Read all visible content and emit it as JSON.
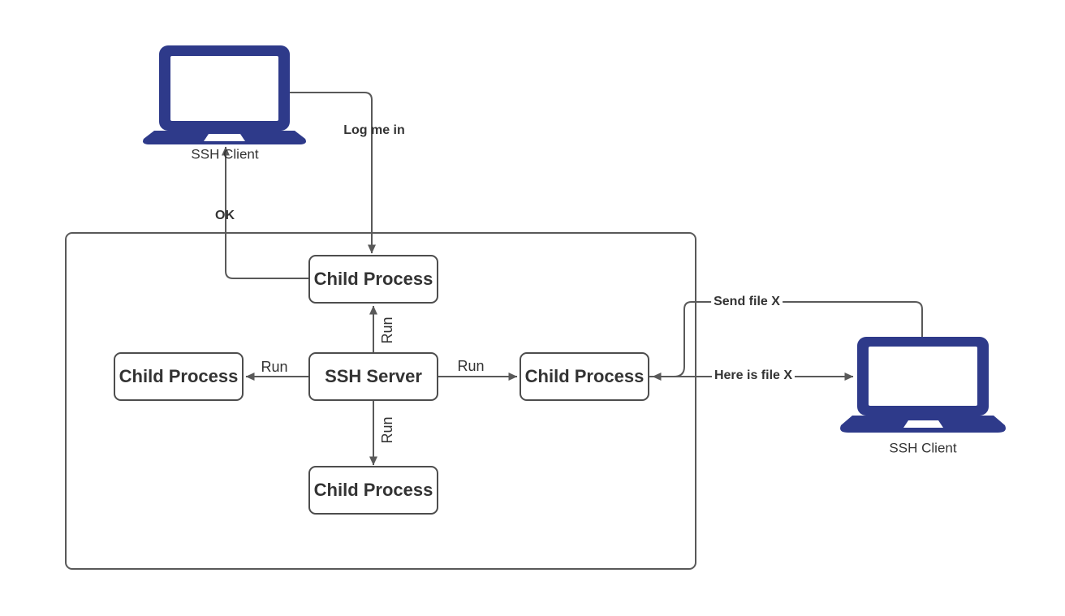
{
  "diagram": {
    "colors": {
      "laptop": "#2e3a8a",
      "line": "#595959",
      "box_border": "#4d4d4d",
      "text": "#333333"
    },
    "nodes": {
      "client_left": "SSH Client",
      "client_right": "SSH Client",
      "server": "SSH Server",
      "child_top": "Child Process",
      "child_left": "Child Process",
      "child_right": "Child Process",
      "child_bottom": "Child Process"
    },
    "edges": {
      "log_me_in": "Log me in",
      "ok": "OK",
      "run_top": "Run",
      "run_left": "Run",
      "run_right": "Run",
      "run_bottom": "Run",
      "send_file": "Send file X",
      "here_is_file": "Here is file X"
    }
  }
}
